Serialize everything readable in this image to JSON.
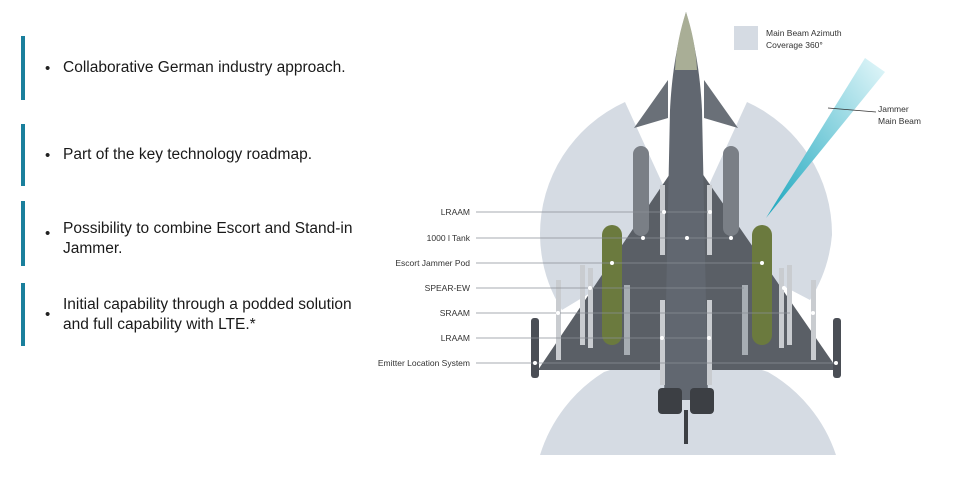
{
  "bullets": [
    {
      "text": "Collaborative German industry approach."
    },
    {
      "text": "Part of the key technology roadmap."
    },
    {
      "text": "Possibility to combine Escort and Stand-in Jammer."
    },
    {
      "text": "Initial capability through a podded solution and full capability with LTE.*"
    }
  ],
  "bullet_glyph": "•",
  "legend": {
    "coverage_line1": "Main Beam Azimuth",
    "coverage_line2": "Coverage 360°",
    "jammer_line1": "Jammer",
    "jammer_line2": "Main Beam"
  },
  "stores": [
    {
      "label": "LRAAM"
    },
    {
      "label": "1000 l Tank"
    },
    {
      "label": "Escort Jammer Pod"
    },
    {
      "label": "SPEAR-EW"
    },
    {
      "label": "SRAAM"
    },
    {
      "label": "LRAAM"
    },
    {
      "label": "Emitter Location System"
    }
  ],
  "colors": {
    "accent": "#1a7f9c",
    "coverage": "#d5dbe3",
    "beam": "#2fb8cc",
    "aircraft": "#5a5f66",
    "jammer_pod": "#6b7a3e"
  }
}
